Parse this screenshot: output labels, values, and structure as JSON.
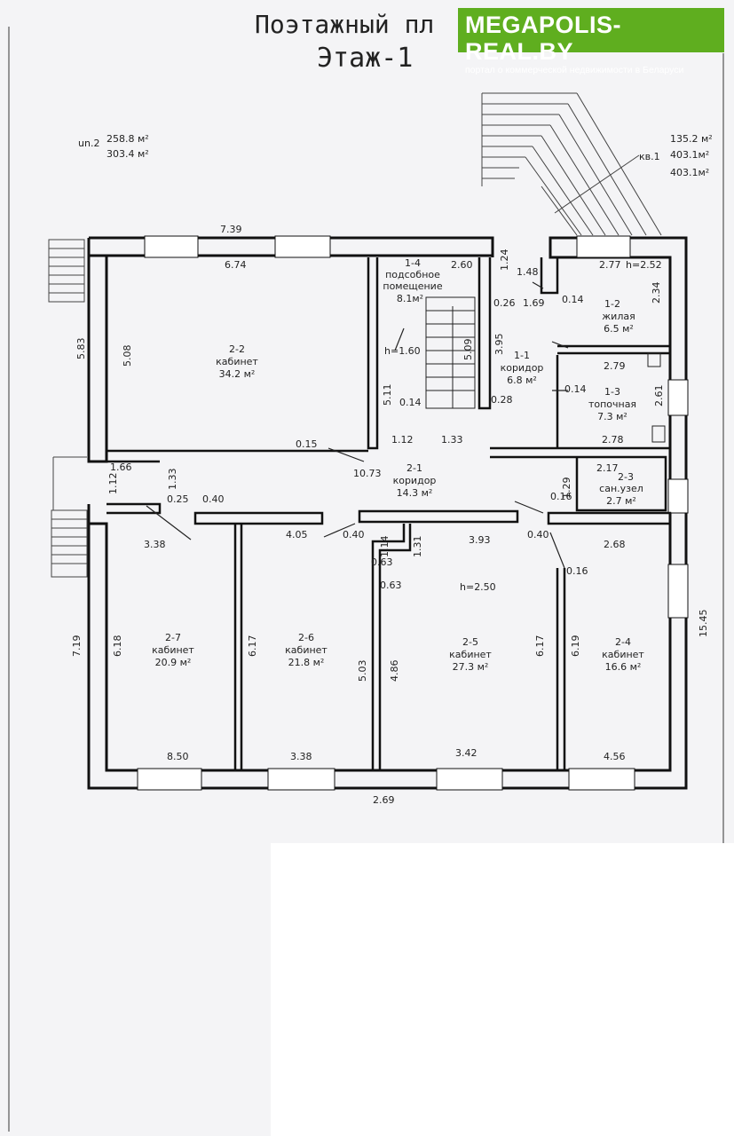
{
  "title": "Поэтажный пл",
  "subtitle": "Этаж-1",
  "watermark": {
    "name": "MEGAPOLIS-REAL.BY",
    "tagline": "портал о коммерческой недвижимости в Беларуси",
    "color": "#5fae1f"
  },
  "summary_left": {
    "label": "un.2",
    "value1": "258.8 м²",
    "value2": "303.4 м²"
  },
  "summary_right": {
    "label": "кв.1",
    "value1": "135.2 м²",
    "value2": "403.1м²",
    "value3": "403.1м²"
  },
  "rooms": [
    {
      "id": "2-2",
      "name": "кабинет",
      "area": "34.2 м²"
    },
    {
      "id": "1-4",
      "name": "подсобное помещение",
      "name_line1": "подсобное",
      "name_line2": "помещение",
      "area": "8.1м²"
    },
    {
      "id": "1-1",
      "name": "коридор",
      "area": "6.8 м²"
    },
    {
      "id": "1-2",
      "name": "жилая",
      "area": "6.5 м²"
    },
    {
      "id": "1-3",
      "name": "топочная",
      "area": "7.3 м²"
    },
    {
      "id": "2-1",
      "name": "коридор",
      "area": "14.3 м²"
    },
    {
      "id": "2-3",
      "name": "сан.узел",
      "area": "2.7 м²"
    },
    {
      "id": "2-7",
      "name": "кабинет",
      "area": "20.9 м²"
    },
    {
      "id": "2-6",
      "name": "кабинет",
      "area": "21.8 м²"
    },
    {
      "id": "2-5",
      "name": "кабинет",
      "area": "27.3 м²"
    },
    {
      "id": "2-4",
      "name": "кабинет",
      "area": "16.6 м²"
    }
  ],
  "heights": [
    "h=2.52",
    "h=1.60",
    "h=2.50"
  ],
  "dimensions": [
    "7.39",
    "6.74",
    "2.60",
    "1.24",
    "1.48",
    "2.77",
    "2.34",
    "5.83",
    "5.08",
    "0.26",
    "1.69",
    "0.14",
    "3.95",
    "5.09",
    "2.79",
    "5.11",
    "0.14",
    "0.28",
    "0.14",
    "2.61",
    "1.12",
    "1.33",
    "2.78",
    "0.15",
    "10.73",
    "1.66",
    "1.33",
    "1.12",
    "2.17",
    "1.29",
    "0.16",
    "0.25",
    "0.40",
    "0.40",
    "4.05",
    "0.40",
    "1.14",
    "1.31",
    "3.93",
    "3.38",
    "0.63",
    "0.63",
    "0.16",
    "2.68",
    "7.19",
    "6.18",
    "6.17",
    "5.03",
    "4.86",
    "6.17",
    "6.19",
    "8.50",
    "3.38",
    "3.42",
    "4.56",
    "2.69",
    "15.45"
  ]
}
